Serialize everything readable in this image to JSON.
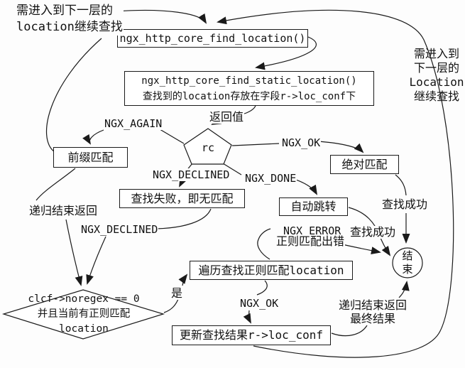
{
  "diagram": {
    "nodes": {
      "find_location": "ngx_http_core_find_location()",
      "find_static": {
        "line1": "ngx_http_core_find_static_location()",
        "line2": "查找到的location存放在字段r->loc_conf下"
      },
      "rc": "rc",
      "prefix_match": "前缀匹配",
      "exact_match": "绝对匹配",
      "search_fail": "查找失败，即无匹配",
      "auto_redirect": "自动跳转",
      "regex_iterate": "遍历查找正则匹配location",
      "noregex_check": {
        "line1": "clcf->noregex == 0",
        "line2": "并且当前有正则匹配",
        "line3": "location"
      },
      "update_result": "更新查找结果r->loc_conf",
      "end_node": {
        "line1": "结",
        "line2": "束"
      }
    },
    "annotations": {
      "top_left": {
        "line1": "需进入到下一层的",
        "line2": "location继续查找"
      },
      "right_loop": {
        "line1": "需进入到",
        "line2": "下一层的",
        "line3": "Location",
        "line4": "继续查找"
      },
      "return_value": "返回值",
      "ngx_again": "NGX_AGAIN",
      "ngx_ok_right": "NGX_OK",
      "ngx_declined_mid": "NGX_DECLINED",
      "ngx_done": "NGX_DONE",
      "search_success_right": "查找成功",
      "search_success_mid": "查找成功",
      "ngx_error": "NGX_ERROR",
      "regex_error": "正则匹配出错",
      "recursion_return": "递归结束返回",
      "ngx_declined_left": "NGX_DECLINED",
      "yes": "是",
      "ngx_ok_bottom": "NGX_OK",
      "recursion_final": {
        "line1": "递归结束返回",
        "line2": "最终结果"
      }
    },
    "colors": {
      "line": "#1a1a1a",
      "background": "#fdfdfd"
    }
  }
}
